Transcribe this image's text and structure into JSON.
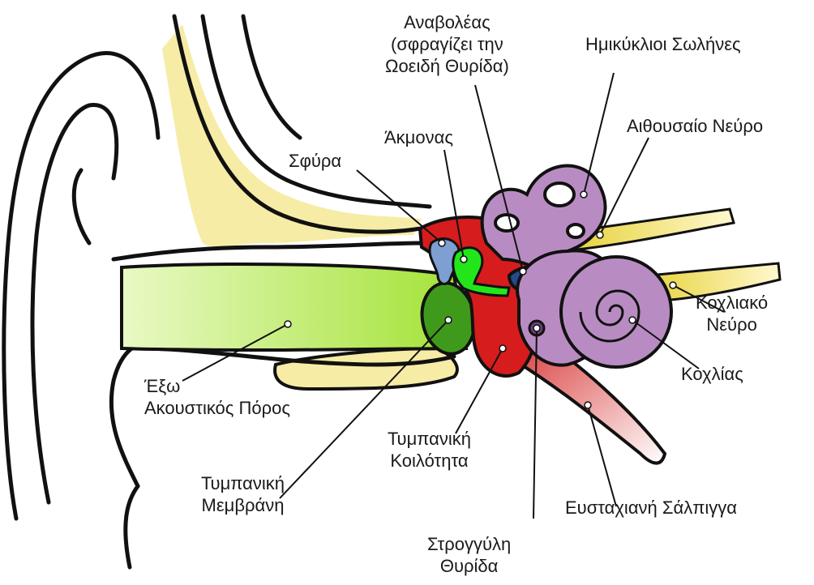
{
  "labels": {
    "stapes": [
      "Αναβολέας",
      "(σφραγίζει την",
      "Ωοειδή Θυρίδα)"
    ],
    "semicircular_canals": "Ημικύκλιοι Σωλήνες",
    "vestibular_nerve": "Αιθουσαίο Νεύρο",
    "malleus": "Σφύρα",
    "incus": "Άκμονας",
    "cochlear_nerve": [
      "Κοχλιακό",
      "Νεύρο"
    ],
    "cochlea": "Κοχλίας",
    "ear_canal": [
      "Έξω",
      "Ακουστικός Πόρος"
    ],
    "tympanic_cavity": [
      "Τυμπανική",
      "Κοιλότητα"
    ],
    "eardrum": [
      "Τυμπανική",
      "Μεμβράνη"
    ],
    "eustachian_tube": "Ευσταχιανή Σάλπιγγα",
    "round_window": [
      "Στρογγύλη",
      "Θυρίδα"
    ]
  },
  "colors": {
    "outline": "#111111",
    "bone_yellow": "#f7eca6",
    "canal_green": "#a6e63a",
    "eardrum_green": "#3f9a1c",
    "middle_ear_red": "#d61c1c",
    "malleus_blue": "#7e9fd2",
    "incus_green": "#22e61a",
    "stapes_navy": "#244a8a",
    "inner_ear_purple": "#b88cc2",
    "tube_pink": "#e98a8a"
  }
}
